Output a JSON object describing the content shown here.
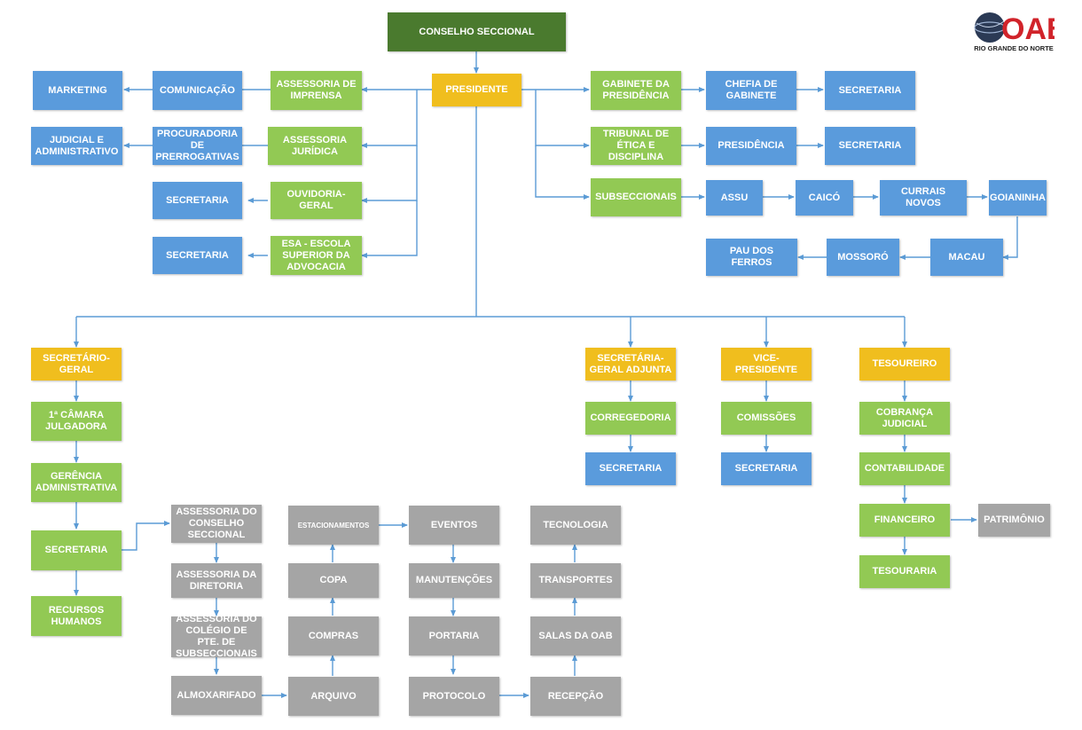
{
  "logo": {
    "wordmark": "OAB",
    "subtitle": "RIO GRANDE DO NORTE"
  },
  "nodes": {
    "conselho": "CONSELHO SECCIONAL",
    "presidente": "PRESIDENTE",
    "assessoria_imprensa": "ASSESSORIA DE IMPRENSA",
    "comunicacao": "COMUNICAÇÃO",
    "marketing": "MARKETING",
    "assessoria_juridica": "ASSESSORIA JURÍDICA",
    "procuradoria": "PROCURADORIA DE PRERROGATIVAS",
    "judicial_adm": "JUDICIAL E ADMINISTRATIVO",
    "ouvidoria": "OUVIDORIA-GERAL",
    "ouvidoria_secretaria": "SECRETARIA",
    "esa": "ESA - ESCOLA SUPERIOR DA ADVOCACIA",
    "esa_secretaria": "SECRETARIA",
    "gabinete": "GABINETE DA PRESIDÊNCIA",
    "chefia": "CHEFIA DE GABINETE",
    "gabinete_secretaria": "SECRETARIA",
    "tribunal": "TRIBUNAL DE ÉTICA E DISCIPLINA",
    "tribunal_presidencia": "PRESIDÊNCIA",
    "tribunal_secretaria": "SECRETARIA",
    "subseccionais": "SUBSECCIONAIS",
    "assu": "ASSU",
    "caico": "CAICÓ",
    "currais_novos": "CURRAIS NOVOS",
    "goianinha": "GOIANINHA",
    "macau": "MACAU",
    "mossoro": "MOSSORÓ",
    "pau_dos_ferros": "PAU DOS FERROS",
    "secretario_geral": "SECRETÁRIO-GERAL",
    "camara": "1ª CÂMARA JULGADORA",
    "gerencia": "GERÊNCIA ADMINISTRATIVA",
    "sg_secretaria": "SECRETARIA",
    "rh": "RECURSOS HUMANOS",
    "ass_conselho": "ASSESSORIA DO CONSELHO SECCIONAL",
    "ass_diretoria": "ASSESSORIA DA DIRETORIA",
    "ass_colegio": "ASSESSORIA DO COLÉGIO DE PTE. DE SUBSECCIONAIS",
    "almoxarifado": "ALMOXARIFADO",
    "arquivo": "ARQUIVO",
    "compras": "COMPRAS",
    "copa": "COPA",
    "estacionamentos": "ESTACIONAMENTOS",
    "eventos": "EVENTOS",
    "manutencoes": "MANUTENÇÕES",
    "portaria": "PORTARIA",
    "protocolo": "PROTOCOLO",
    "recepcao": "RECEPÇÃO",
    "salas": "SALAS DA OAB",
    "transportes": "TRANSPORTES",
    "tecnologia": "TECNOLOGIA",
    "sg_adjunta": "SECRETÁRIA-GERAL ADJUNTA",
    "corregedoria": "CORREGEDORIA",
    "adjunta_secretaria": "SECRETARIA",
    "vice": "VICE-PRESIDENTE",
    "comissoes": "COMISSÕES",
    "vice_secretaria": "SECRETARIA",
    "tesoureiro": "TESOUREIRO",
    "cobranca": "COBRANÇA JUDICIAL",
    "contabilidade": "CONTABILIDADE",
    "financeiro": "FINANCEIRO",
    "patrimonio": "PATRIMÔNIO",
    "tesouraria": "TESOURARIA"
  },
  "colors": {
    "top": "#4a7a2e",
    "officer": "#f0be1e",
    "unit": "#92c954",
    "sub_unit": "#5a9bdc",
    "admin": "#a5a5a5",
    "connector": "#5b9bd5"
  }
}
